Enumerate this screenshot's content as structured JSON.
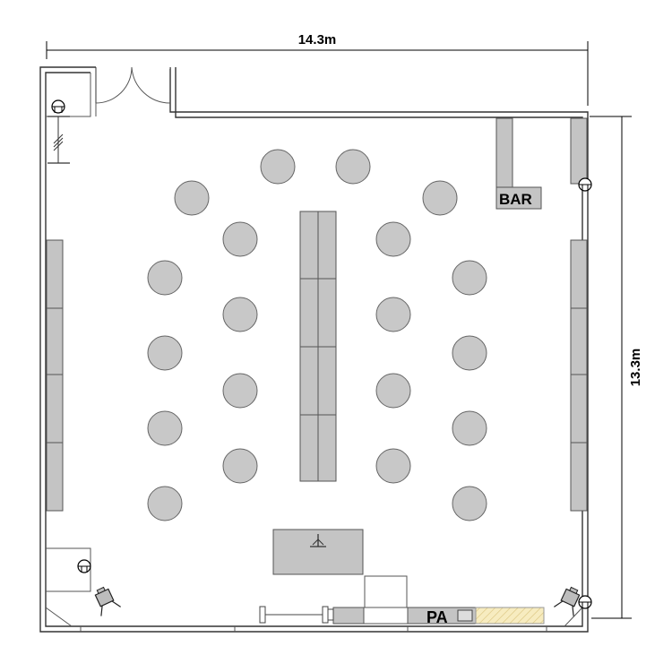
{
  "title": "",
  "dimensions": {
    "width": "14.3m",
    "height": "13.3m"
  },
  "labels": {
    "bar": "BAR",
    "pa": "PA"
  },
  "icons": {
    "speaker_wall": "speaker-icon",
    "light": "stage-light-icon",
    "mic": "microphone-stand-icon"
  },
  "tables": {
    "count": 20,
    "layout": [
      "2-top",
      "2-row2",
      "2-row3",
      "4-rows-left-outer",
      "4-rows-right-outer",
      "4-rows-left-inner",
      "4-rows-right-inner"
    ]
  },
  "colors": {
    "furniture": "#c4c4c4",
    "wall": "#333333",
    "pa_hatch": "#f7e9b4"
  }
}
